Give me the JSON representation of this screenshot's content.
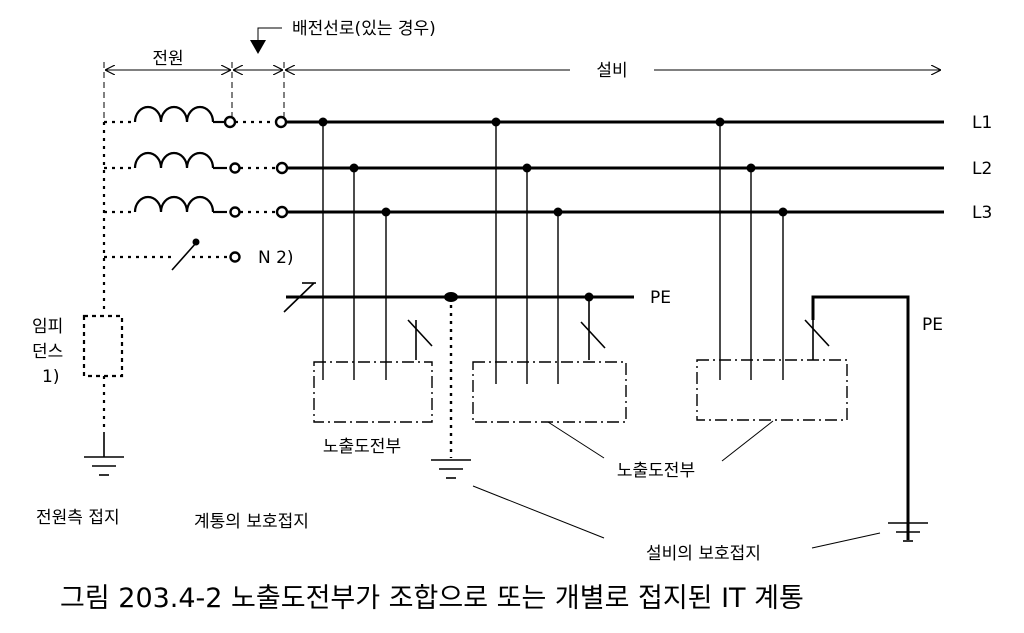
{
  "labels": {
    "feeder_line": "배전선로(있는 경우)",
    "source": "전원",
    "installation": "설비",
    "l1": "L1",
    "l2": "L2",
    "l3": "L3",
    "neutral": "N 2)",
    "pe_left": "PE",
    "pe_right": "PE",
    "impedance_line1": "임피",
    "impedance_line2": "던스",
    "impedance_line3": "1)",
    "exposed_parts_1": "노출도전부",
    "exposed_parts_2": "노출도전부",
    "source_earthing": "전원측 접지",
    "system_earthing": "계통의 보호접지",
    "installation_earthing": "설비의 보호접지"
  },
  "caption": "그림 203.4-2 노출도전부가 조합으로 또는 개별로 접지된 IT 계통"
}
